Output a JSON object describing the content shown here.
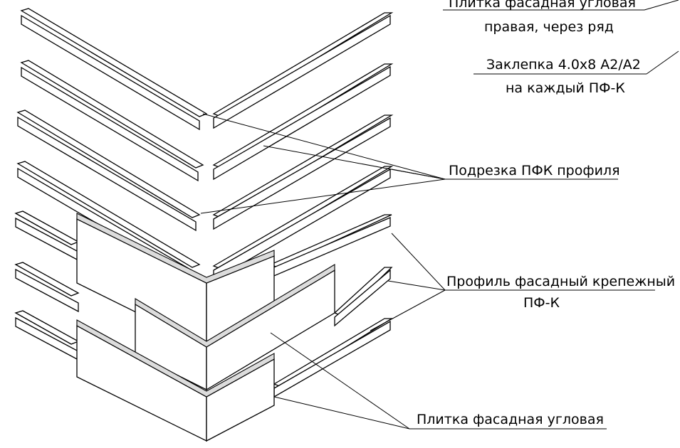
{
  "labels": {
    "corner_tile_right": "Плитка фасадная угловая",
    "corner_tile_right_note": "правая, через ряд",
    "rivet": "Заклепка 4.0x8 А2/А2",
    "rivet_note": "на каждый ПФ-К",
    "profile_cut": "Подрезка ПФК профиля",
    "profile": "Профиль фасадный крепежный",
    "profile_code": "ПФ-К",
    "corner_tile": "Плитка фасадная угловая"
  },
  "colors": {
    "line": "#000000",
    "background": "#ffffff"
  }
}
